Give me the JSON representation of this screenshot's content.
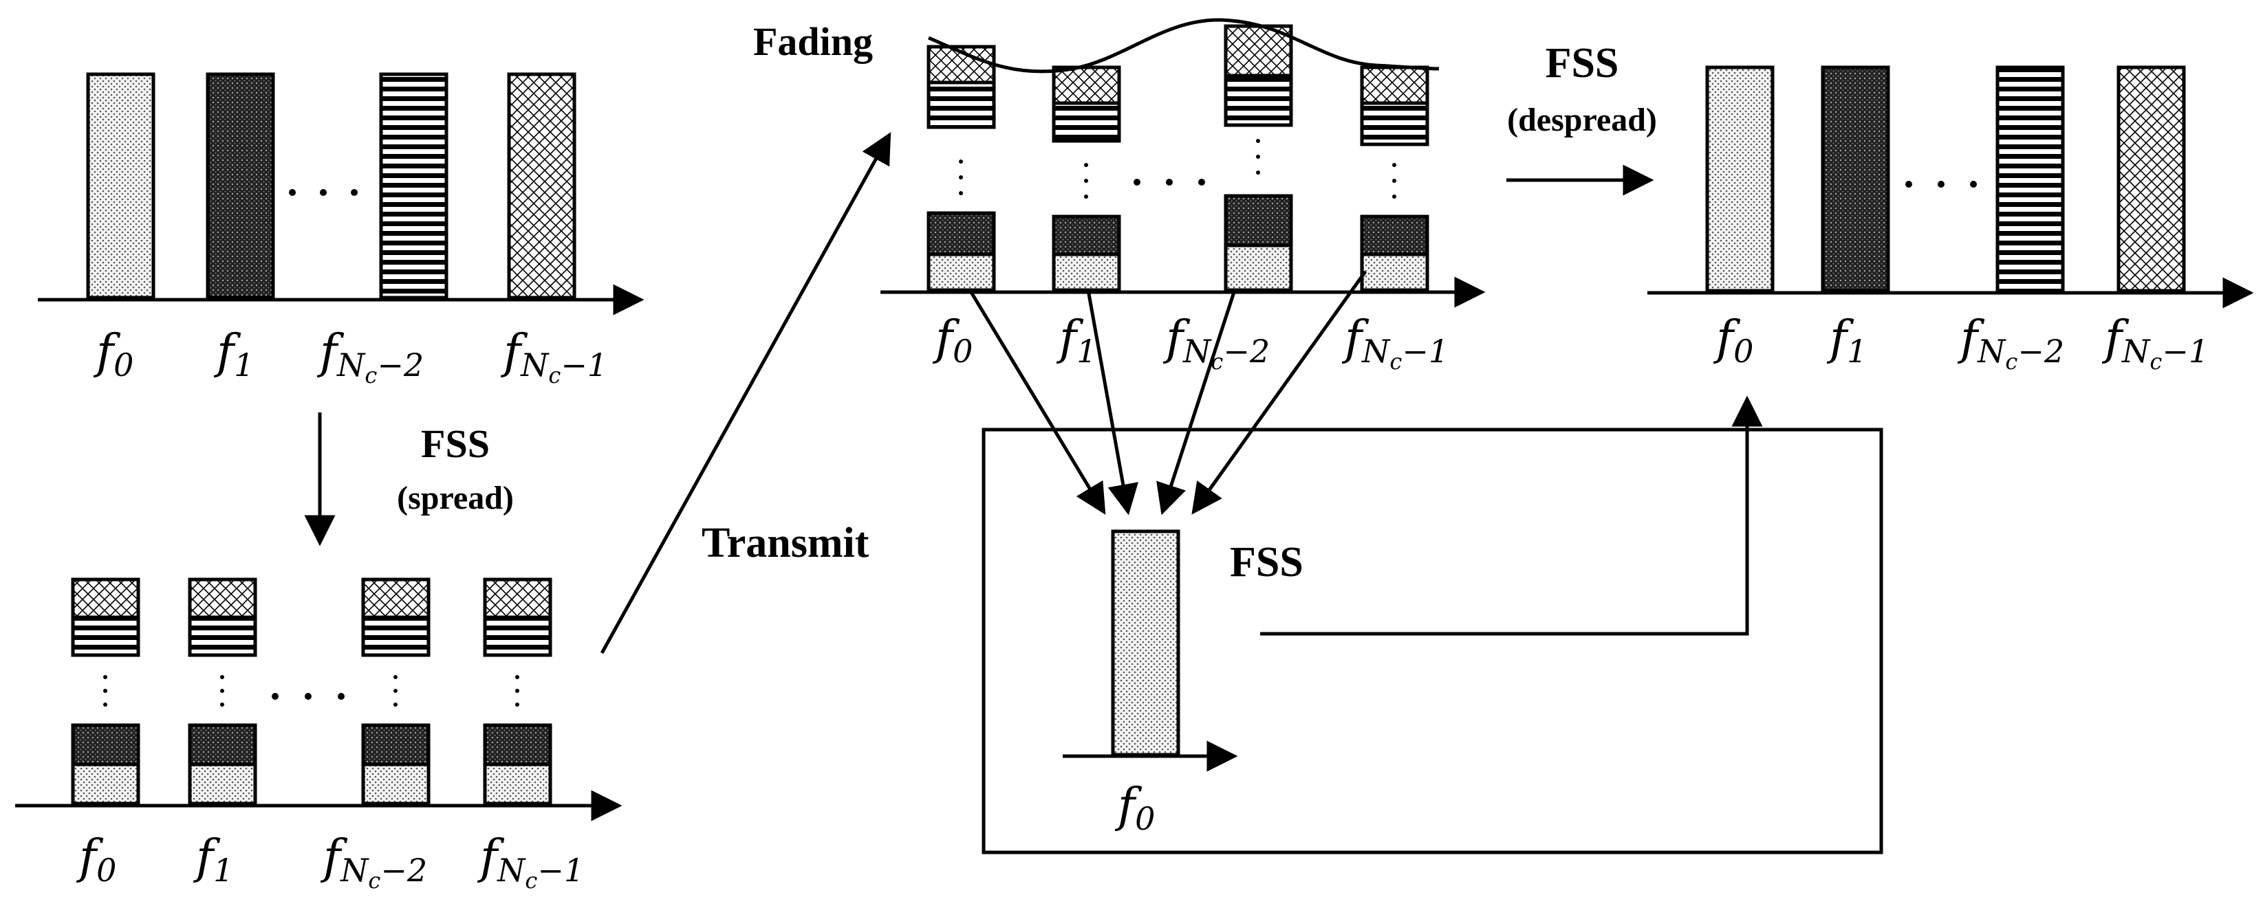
{
  "labels": {
    "spread_title": "FSS",
    "spread_sub": "(spread)",
    "transmit": "Transmit",
    "fading": "Fading",
    "despread_title": "FSS",
    "despread_sub": "(despread)",
    "fss_box": "FSS"
  },
  "freq_labels": {
    "f0_base": "f",
    "f0_sub": "0",
    "f1_base": "f",
    "f1_sub": "1",
    "fn2_base": "f",
    "fn2_sub": "N",
    "fn2_subsub": "c",
    "fn2_tail": "−2",
    "fn1_base": "f",
    "fn1_sub": "N",
    "fn1_subsub": "c",
    "fn1_tail": "−1"
  },
  "patterns": [
    "dots-light",
    "dots-dark",
    "horizontal-lines",
    "crosshatch"
  ],
  "colors": {
    "stroke": "#000000",
    "background": "#ffffff"
  }
}
